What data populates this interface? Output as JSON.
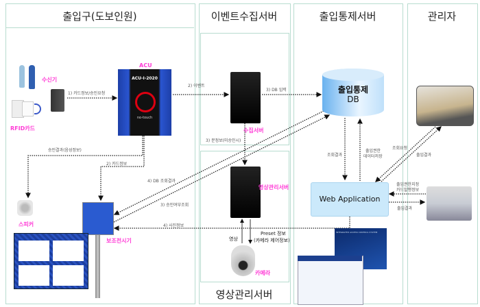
{
  "columns": {
    "gate": "출입구(도보인원)",
    "event_server": "이벤트수집서버",
    "video_server": "영상관리서버",
    "control_server": "출입통제서버",
    "admin": "관리자"
  },
  "devices": {
    "receiver": "수신기",
    "rfid_card": "RFID카드",
    "acu": "ACU",
    "acu_model": "ACU-I-2020",
    "acu_brand": "no-touch",
    "collect_server": "수집서버",
    "video_mgmt_server": "영상관리서버",
    "speaker": "스피커",
    "aux_display": "보조전시기",
    "camera": "카메라",
    "db_line1": "출입통제",
    "db_line2": "DB",
    "web_app": "Web Application",
    "screenshot_title": "INTEGRATED ACCESS CONTROL SYSTEM"
  },
  "flows": {
    "card_request": "1) 카드정보/승인요청",
    "event": "2) 이벤트",
    "db_input": "3) DB 입력",
    "door_info": "3) 문정보(미승인시)",
    "approval_result": "승인결과(음성정보)",
    "card_info": "2) 카드정보",
    "db_query_result": "4) DB 조회결과",
    "approval_query": "3) 승인여부조회",
    "photo_info": "4) 사진정보",
    "video": "영상",
    "preset1": "Preset 정보",
    "preset2": "(카메라 제어정보)",
    "query_result": "조회결과",
    "perm_save1": "출입권한",
    "perm_save2": "데이터저장",
    "query_request": "조회요청",
    "access_result": "출입결과",
    "perm_assign1": "출입권한지정",
    "perm_assign2": "카드발행정보",
    "access_result2": "출입결과"
  }
}
